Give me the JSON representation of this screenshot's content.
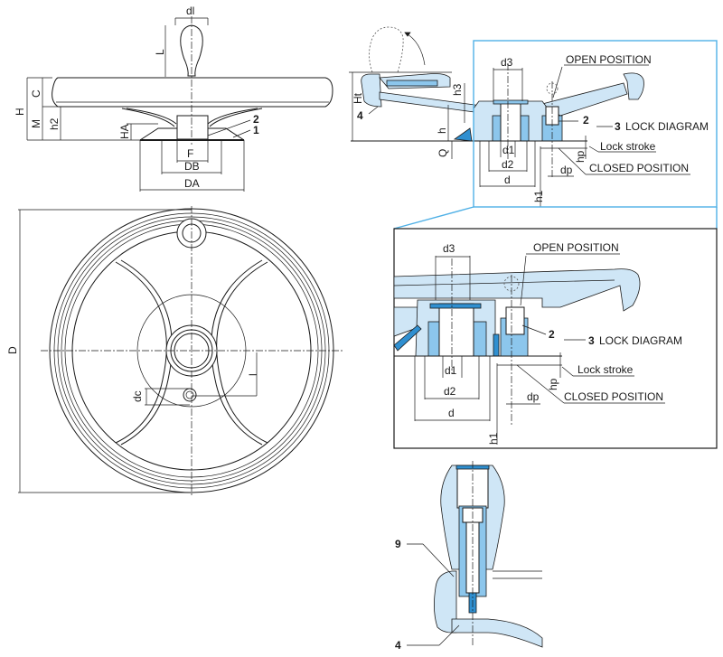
{
  "drawing": {
    "subject": "Handwheel with revolving handle and lock",
    "colors": {
      "section_light": "#cfe6f6",
      "section_mid": "#8cc6ec",
      "section_dark": "#2f8fd0",
      "detail_frame": "#4fb0e6",
      "line": "#1a1a1a"
    },
    "side_view": {
      "dims": {
        "dl": "dl",
        "L": "L",
        "H": "H",
        "C": "C",
        "M": "M",
        "h2": "h2",
        "HA": "HA",
        "F": "F",
        "DB": "DB",
        "DA": "DA"
      },
      "callouts": {
        "two": "2",
        "one": "1"
      }
    },
    "front_view": {
      "dims": {
        "D": "D",
        "dc": "dc",
        "l": "l"
      }
    },
    "section_view": {
      "dims": {
        "Ht": "Ht",
        "h3": "h3",
        "h": "h",
        "Q": "Q",
        "d3": "d3",
        "d1": "d1",
        "d2": "d2",
        "d": "d",
        "h1": "h1",
        "hp": "hp",
        "dp": "dp"
      },
      "callouts": {
        "four": "4",
        "two": "2",
        "three": "3"
      },
      "labels": {
        "open_position": "OPEN POSITION",
        "lock_diagram": "LOCK DIAGRAM",
        "lock_stroke": "Lock stroke",
        "closed_position": "CLOSED POSITION"
      }
    },
    "detail_view": {
      "dims": {
        "d3": "d3",
        "d1": "d1",
        "d2": "d2",
        "d": "d",
        "h1": "h1",
        "hp": "hp",
        "dp": "dp"
      },
      "callouts": {
        "two": "2",
        "three": "3"
      },
      "labels": {
        "open_position": "OPEN POSITION",
        "lock_diagram": "LOCK DIAGRAM",
        "lock_stroke": "Lock stroke",
        "closed_position": "CLOSED POSITION"
      }
    },
    "handle_section": {
      "callouts": {
        "nine": "9",
        "four": "4"
      }
    }
  }
}
